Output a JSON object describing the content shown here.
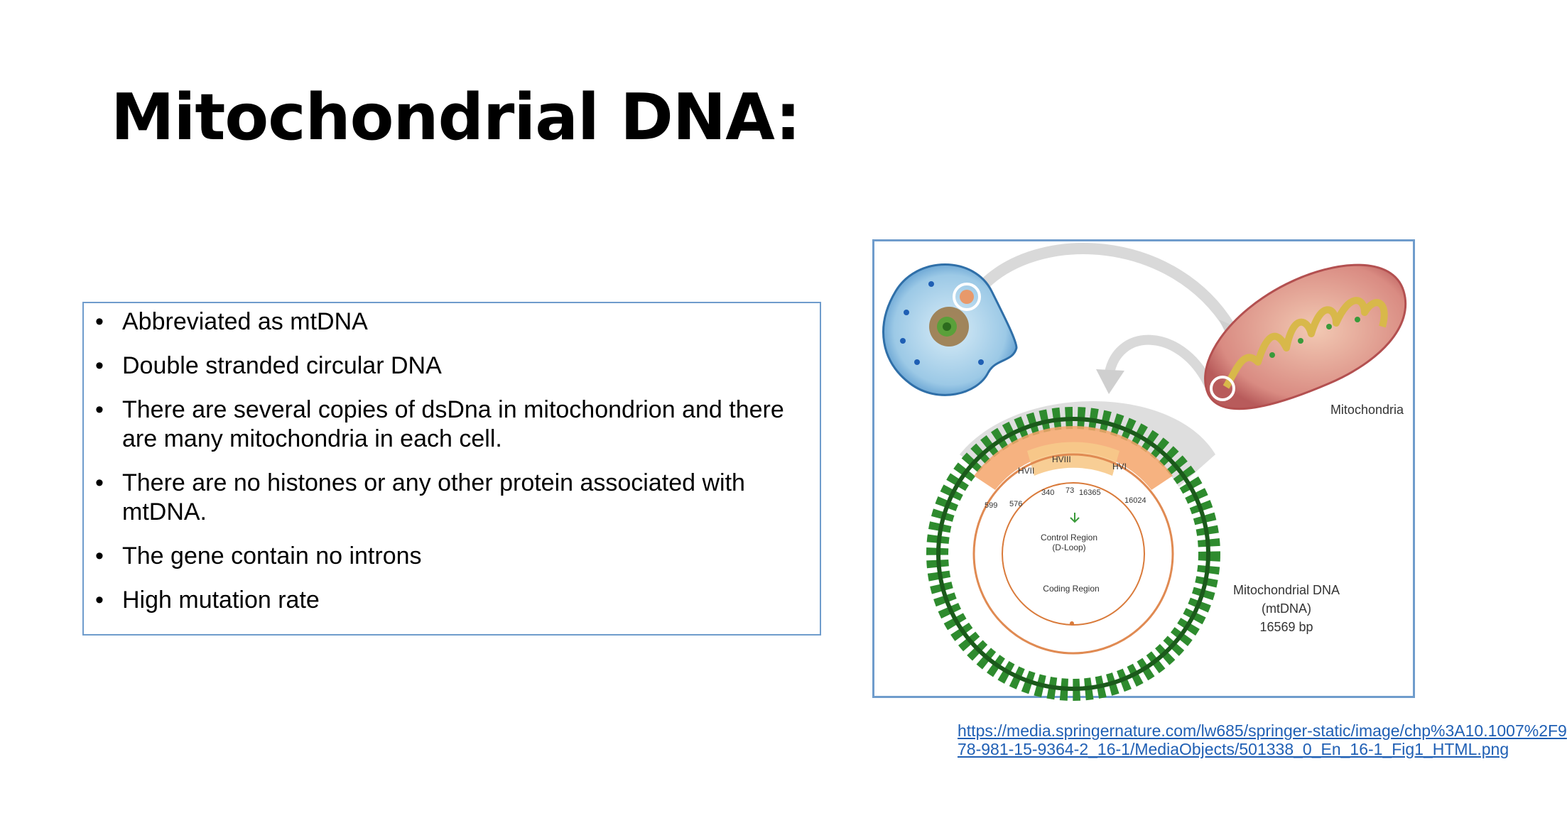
{
  "slide": {
    "title": "Mitochondrial DNA:",
    "bullets": [
      "Abbreviated as mtDNA",
      "Double stranded circular DNA",
      "There are several copies of dsDna  in mitochondrion and there are many mitochondria in each cell.",
      "There are no histones or any other protein associated with mtDNA.",
      "The gene contain no introns",
      "High mutation rate"
    ],
    "bullet_glyph": "•"
  },
  "figure": {
    "mitochondria_label": "Mitochondria",
    "mtdna_label_line1": "Mitochondrial DNA",
    "mtdna_label_line2": "(mtDNA)",
    "mtdna_label_line3": "16569 bp",
    "hvii": "HVII",
    "hviii": "HVIII",
    "hvi": "HVI",
    "n599": "599",
    "n576": "576",
    "n340": "340",
    "n73": "73",
    "n16365": "16365",
    "n16024": "16024",
    "control_region": "Control Region",
    "d_loop": "(D-Loop)",
    "coding_region": "Coding Region"
  },
  "link": {
    "line1": "https://media.springernature.com/lw685/springer-static/image/chp%3A10.1007%2F9",
    "line2": "78-981-15-9364-2_16-1/MediaObjects/501338_0_En_16-1_Fig1_HTML.png"
  },
  "colors": {
    "border_blue": "#6f9ccc",
    "link_blue": "#1f5fb4",
    "dna_green": "#2e8b2e",
    "region_orange": "#f4a46a"
  }
}
